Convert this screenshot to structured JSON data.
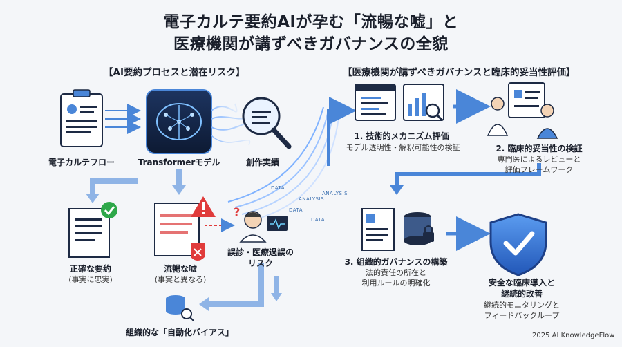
{
  "header": {
    "title_line1": "電子カルテ要約AIが孕む「流暢な嘘」と",
    "title_line2": "医療機関が講ずべきガバナンスの全貌"
  },
  "left_section": {
    "heading": "【AI要約プロセスと潜在リスク】",
    "ehr_label": "電子カルテフロー",
    "transformer_label": "Transformerモデル",
    "fabrication_label": "創作実績",
    "accurate_title": "正確な要約",
    "accurate_sub": "(事実に忠実)",
    "fluent_title": "流暢な嘘",
    "fluent_sub": "(事実と異なる)",
    "risk_title": "誤診・医療過誤の",
    "risk_title2": "リスク",
    "bias_label": "組織的な「自動化バイアス」",
    "stream_words": [
      "DATA",
      "ANALYSIS",
      "ANALYSIS",
      "DATA",
      "DATA"
    ]
  },
  "right_section": {
    "heading": "【医療機関が講ずべきガバナンスと臨床的妥当性評価】",
    "step1_title": "1. 技術的メカニズム評価",
    "step1_sub": "モデル透明性・解釈可能性の検証",
    "step2_title": "2. 臨床的妥当性の検証",
    "step2_sub1": "専門医によるレビューと",
    "step2_sub2": "評価フレームワーク",
    "step3_title": "3. 組織的ガバナンスの構築",
    "step3_sub1": "法的責任の所在と",
    "step3_sub2": "利用ルールの明確化",
    "final_title1": "安全な臨床導入と",
    "final_title2": "継続的改善",
    "final_sub1": "継続的モニタリングと",
    "final_sub2": "フィードバックループ"
  },
  "footer": {
    "credit": "2025 AI KnowledgeFlow"
  },
  "colors": {
    "accent": "#2f6fd6",
    "arrow": "#4a86d8",
    "danger": "#e03b3b",
    "success": "#2ea84a",
    "navy": "#1d2a44"
  }
}
